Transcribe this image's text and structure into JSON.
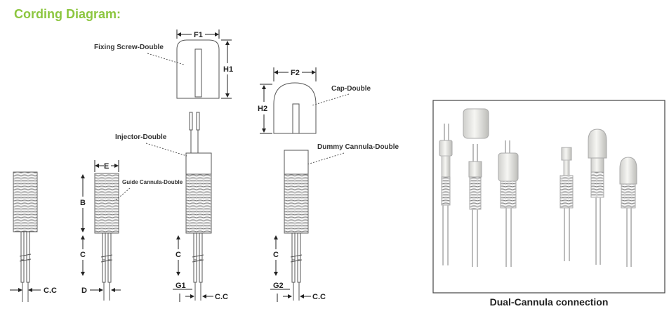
{
  "page_title": "Cording Diagram:",
  "labels": {
    "fixing_screw": "Fixing Screw-Double",
    "cap": "Cap-Double",
    "injector": "Injector-Double",
    "guide_cannula": "Guide Cannula-Double",
    "dummy_cannula": "Dummy Cannula-Double"
  },
  "dimensions": {
    "f1": "F1",
    "f2": "F2",
    "h1": "H1",
    "h2": "H2",
    "e": "E",
    "b": "B",
    "c": "C",
    "d": "D",
    "g1": "G1",
    "g2": "G2",
    "cc": "C.C"
  },
  "photo": {
    "caption": "Dual-Cannula connection"
  },
  "colors": {
    "title": "#8cc63f",
    "line": "#555555",
    "part_fill": "#ffffff"
  }
}
